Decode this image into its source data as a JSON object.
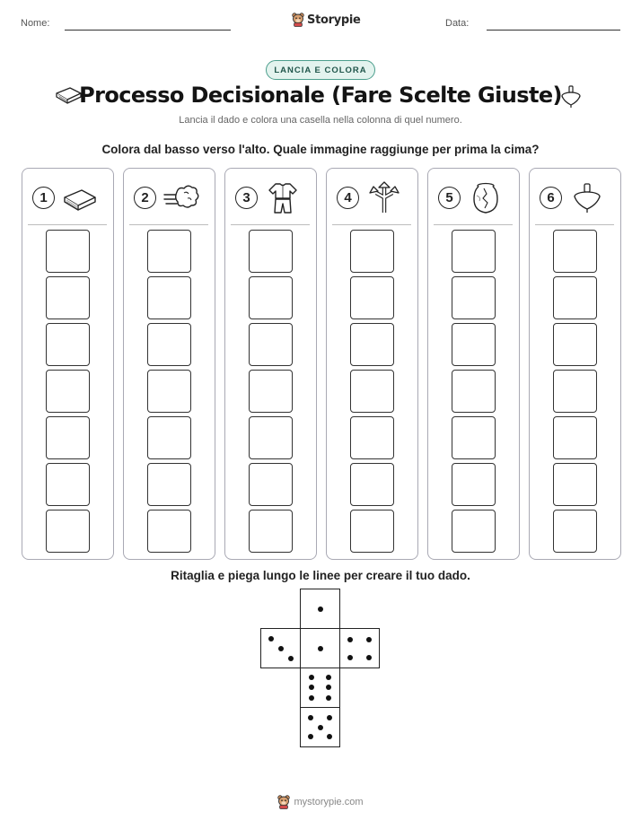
{
  "header": {
    "name_label": "Nome:",
    "date_label": "Data:",
    "brand": "Storypie"
  },
  "badge": "LANCIA E COLORA",
  "title": "Processo Decisionale (Fare Scelte Giuste)",
  "title_icons": [
    "book-icon",
    "spinning-top-icon"
  ],
  "subtitle": "Lancia il dado e colora una casella nella colonna di quel numero.",
  "instruction": "Colora dal basso verso l'alto. Quale immagine raggiunge per prima la cima?",
  "columns": [
    {
      "number": "1",
      "icon": "book-icon"
    },
    {
      "number": "2",
      "icon": "wind-icon"
    },
    {
      "number": "3",
      "icon": "pajamas-icon"
    },
    {
      "number": "4",
      "icon": "crossroads-arrows-icon"
    },
    {
      "number": "5",
      "icon": "cracked-pot-icon"
    },
    {
      "number": "6",
      "icon": "spinning-top-icon"
    }
  ],
  "cells_per_column": 7,
  "cut_instruction": "Ritaglia e piega lungo le linee per creare il tuo dado.",
  "die_faces": [
    1,
    3,
    1,
    4,
    6,
    5
  ],
  "footer": "mystorypie.com",
  "colors": {
    "badge_border": "#4b9e8c",
    "badge_fill": "#e3f3ee",
    "badge_text": "#20564b",
    "column_border": "#a9a9b4"
  }
}
